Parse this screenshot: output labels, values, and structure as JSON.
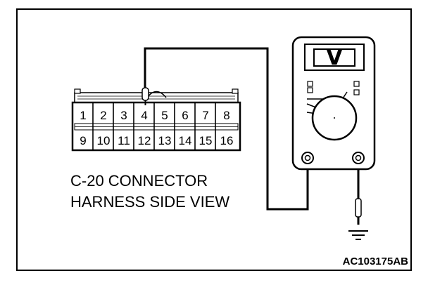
{
  "connector": {
    "top_row": [
      "1",
      "2",
      "3",
      "4",
      "5",
      "6",
      "7",
      "8"
    ],
    "bottom_row": [
      "9",
      "10",
      "11",
      "12",
      "13",
      "14",
      "15",
      "16"
    ],
    "label_line1": "C-20 CONNECTOR",
    "label_line2": "HARNESS SIDE VIEW"
  },
  "meter": {
    "mode_symbol": "V"
  },
  "figure_code": "AC103175AB"
}
